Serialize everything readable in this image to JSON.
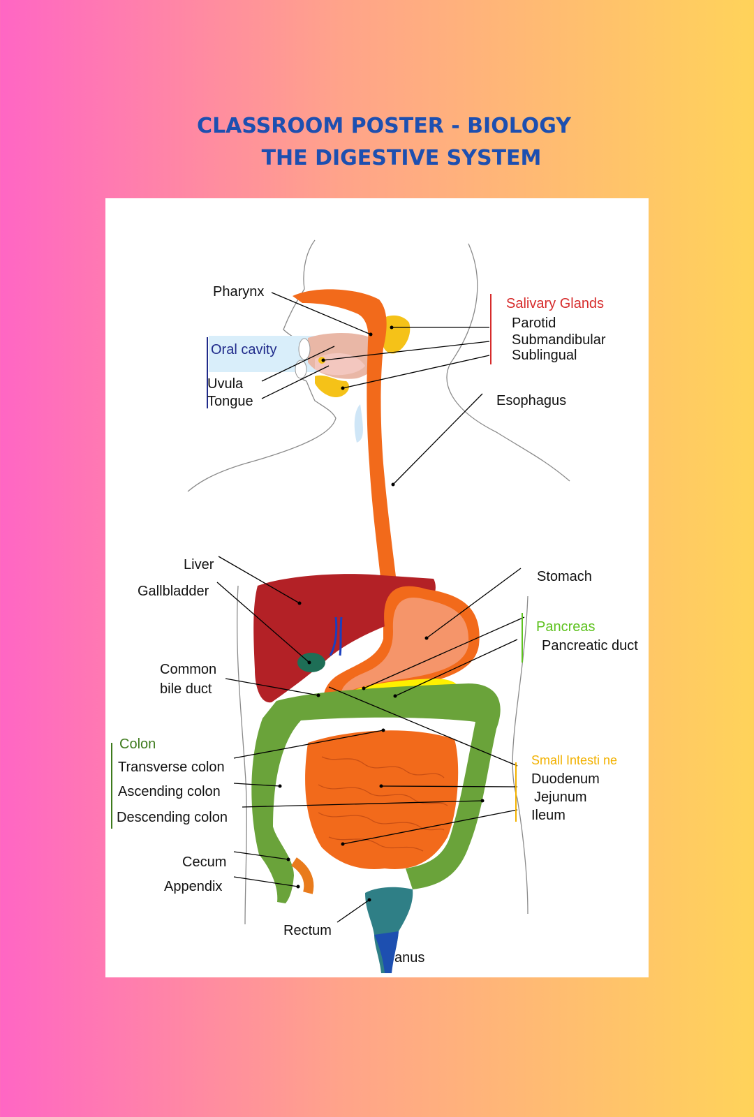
{
  "poster": {
    "title_line1": "CLASSROOM POSTER - BIOLOGY",
    "title_line2": "THE DIGESTIVE SYSTEM"
  },
  "colors": {
    "title": "#1d4fb0",
    "salivary": "#d62b2b",
    "oral": "#1f2a8a",
    "pancreas": "#5ec21f",
    "colon": "#3d7a1c",
    "small_intestine": "#f2b100",
    "tract": "#f26a1b",
    "liver": "#b32126",
    "stomach": "#f5956a",
    "colon_fill": "#6aa33a"
  },
  "diagram": {
    "groups": {
      "salivary_glands": "Salivary Glands",
      "oral_cavity": "Oral cavity",
      "pancreas": "Pancreas",
      "colon": "Colon",
      "small_intestine": "Small Intesti ne"
    },
    "labels": {
      "pharynx": "Pharynx",
      "parotid": "Parotid",
      "submandibular": "Submandibular",
      "sublingual": "Sublingual",
      "uvula": "Uvula",
      "tongue": "Tongue",
      "esophagus": "Esophagus",
      "liver": "Liver",
      "gallbladder": "Gallbladder",
      "stomach": "Stomach",
      "pancreatic_duct": "Pancreatic duct",
      "common_bile_duct_1": "Common",
      "common_bile_duct_2": "bile duct",
      "transverse_colon": "Transverse colon",
      "ascending_colon": "Ascending colon",
      "descending_colon": "Descending colon",
      "duodenum": "Duodenum",
      "jejunum": "Jejunum",
      "ileum": "Ileum",
      "cecum": "Cecum",
      "appendix": "Appendix",
      "rectum": "Rectum",
      "anus": "anus"
    }
  }
}
